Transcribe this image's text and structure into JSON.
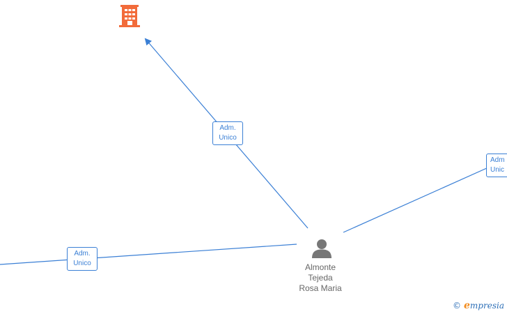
{
  "company_node": {
    "icon": "building-icon",
    "color": "#f26b3a"
  },
  "person_node": {
    "icon": "person-icon",
    "color": "#777777",
    "name_lines": [
      "Almonte",
      "Tejeda",
      "Rosa Maria"
    ]
  },
  "edges": [
    {
      "label_line1": "Adm.",
      "label_line2": "Unico"
    },
    {
      "label_line1": "Adm",
      "label_line2": "Unic"
    },
    {
      "label_line1": "Adm.",
      "label_line2": "Unico"
    }
  ],
  "watermark": {
    "copyright": "©",
    "brand_initial": "e",
    "brand_rest": "mpresia"
  },
  "colors": {
    "edge": "#3a7fd5",
    "label_text": "#3a7fd5",
    "name_text": "#666666"
  }
}
